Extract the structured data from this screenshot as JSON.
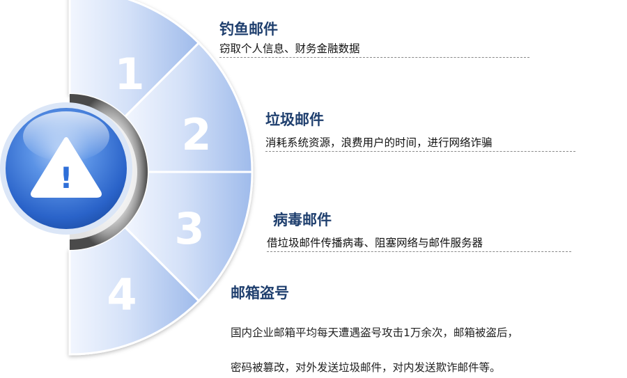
{
  "segments": [
    {
      "number": "1",
      "title": "钓鱼邮件",
      "desc": "窃取个人信息、财务金融数据"
    },
    {
      "number": "2",
      "title": "垃圾邮件",
      "desc": "消耗系统资源，浪费用户的时间，进行网络诈骗"
    },
    {
      "number": "3",
      "title": "病毒邮件",
      "desc": "借垃圾邮件传播病毒、阻塞网络与邮件服务器"
    },
    {
      "number": "4",
      "title": "邮箱盗号",
      "desc_lines": [
        "国内企业邮箱平均每天遭遇盗号攻击1万余次，邮箱被盗后，",
        "密码被篡改，对外发送垃圾邮件，对内发送欺诈邮件等。"
      ]
    }
  ],
  "center_icon": "warning-triangle-icon",
  "center_symbol": "!",
  "colors": {
    "segment_light": "#eef3fd",
    "segment_mid": "#b9cdf1",
    "segment_dark": "#8eaee6",
    "title": "#1f3f6e",
    "circle_blue": "#2e6fd8"
  }
}
